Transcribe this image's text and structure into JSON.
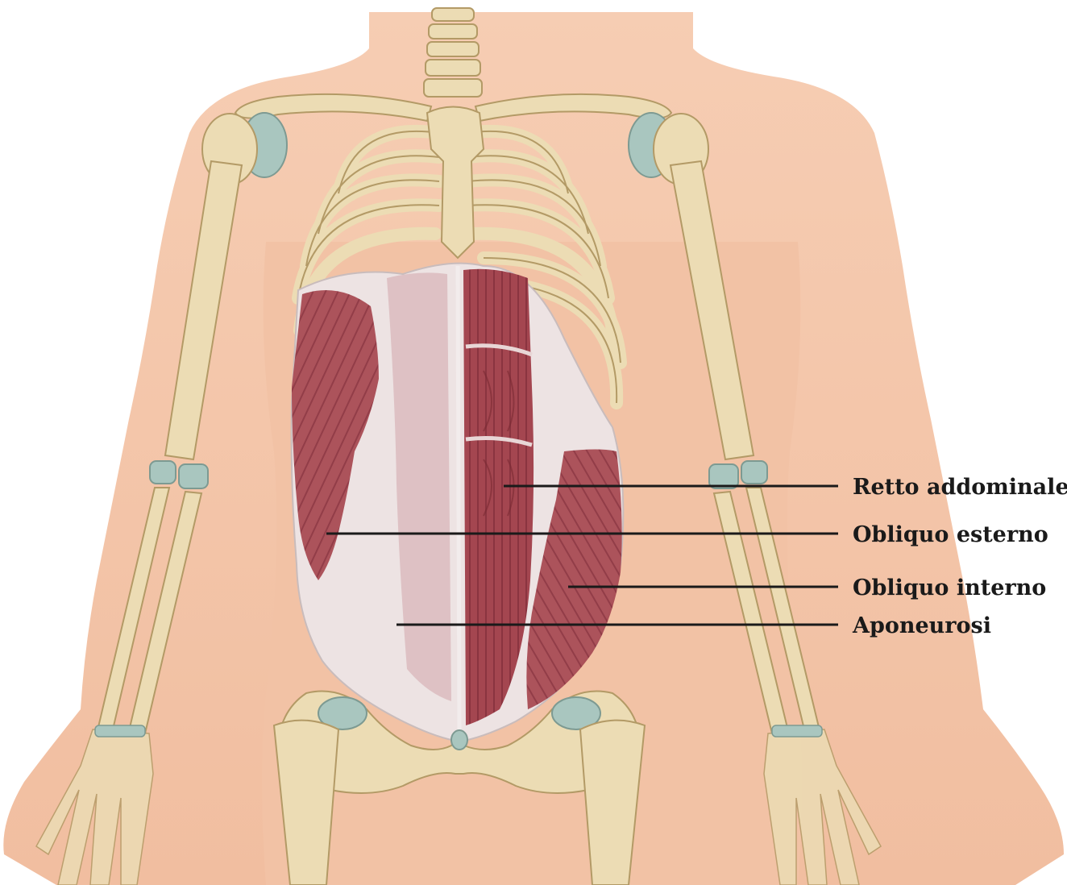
{
  "labels": {
    "rectus": "Retto addominale",
    "external_oblique": "Obliquo esterno",
    "internal_oblique": "Obliquo interno",
    "aponeurosis": "Aponeurosi"
  },
  "colors": {
    "skin": "#f3c4a6",
    "bone": "#ecdcb4",
    "bone_outline": "#b39a66",
    "cartilage": "#a9c6bf",
    "muscle": "#a84a52",
    "muscle_dark": "#7b2a33",
    "aponeurosis": "#eee3e3",
    "leader_line": "#1a1a1a"
  }
}
